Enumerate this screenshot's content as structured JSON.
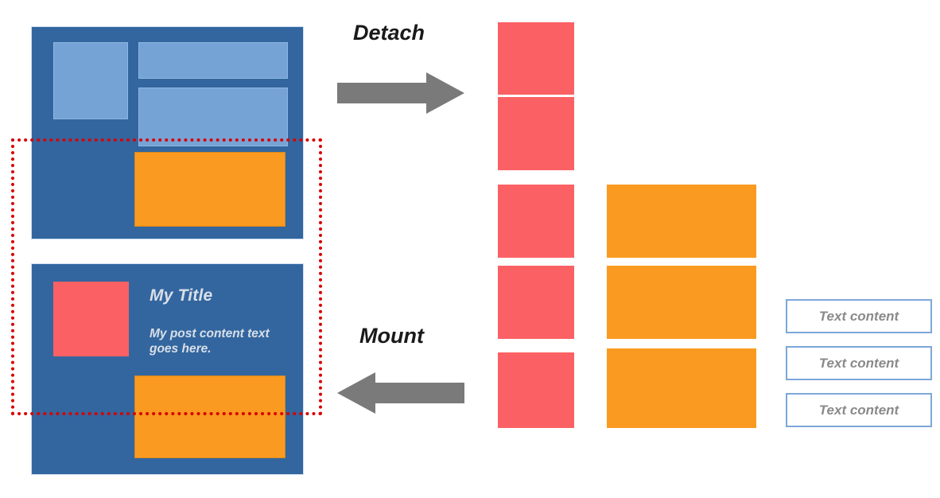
{
  "diagram": {
    "title": "Detach and Mount component diagram",
    "colors": {
      "panel_blue": "#33669F",
      "skeleton_blue": "#76A3D6",
      "orange": "#FA9A20",
      "red": "#FB6164",
      "selection_red": "#D80000",
      "arrow_gray": "#7A7A7A",
      "text_box_border": "#7DA7D9",
      "text_box_label": "#8A8A8A",
      "panel_text": "#D9DFE8",
      "background": "#FFFFFF"
    }
  },
  "flow": {
    "detach": {
      "label": "Detach",
      "arrow_direction": "right",
      "arrow_icon": "arrow-right-icon"
    },
    "mount": {
      "label": "Mount",
      "arrow_direction": "left",
      "arrow_icon": "arrow-left-icon"
    }
  },
  "left_panels": {
    "top_panel": {
      "name": "wireframe-screen",
      "skeleton_boxes": [
        "placeholder-square",
        "placeholder-bar",
        "placeholder-block"
      ],
      "media_box": "orange-media-block"
    },
    "bottom_panel": {
      "name": "post-screen",
      "avatar": "red-avatar-square",
      "title": "My Title",
      "body": "My post content text goes here.",
      "media_box": "orange-media-block"
    }
  },
  "selection": {
    "name": "detached-region-outline",
    "style": "red-dotted"
  },
  "right_columns": {
    "red_cards": [
      {
        "id": 1
      },
      {
        "id": 2
      },
      {
        "id": 3
      },
      {
        "id": 4
      },
      {
        "id": 5
      }
    ],
    "orange_cards": [
      {
        "id": 1
      },
      {
        "id": 2
      },
      {
        "id": 3
      }
    ],
    "text_cards": [
      {
        "label": "Text content"
      },
      {
        "label": "Text content"
      },
      {
        "label": "Text content"
      }
    ]
  }
}
